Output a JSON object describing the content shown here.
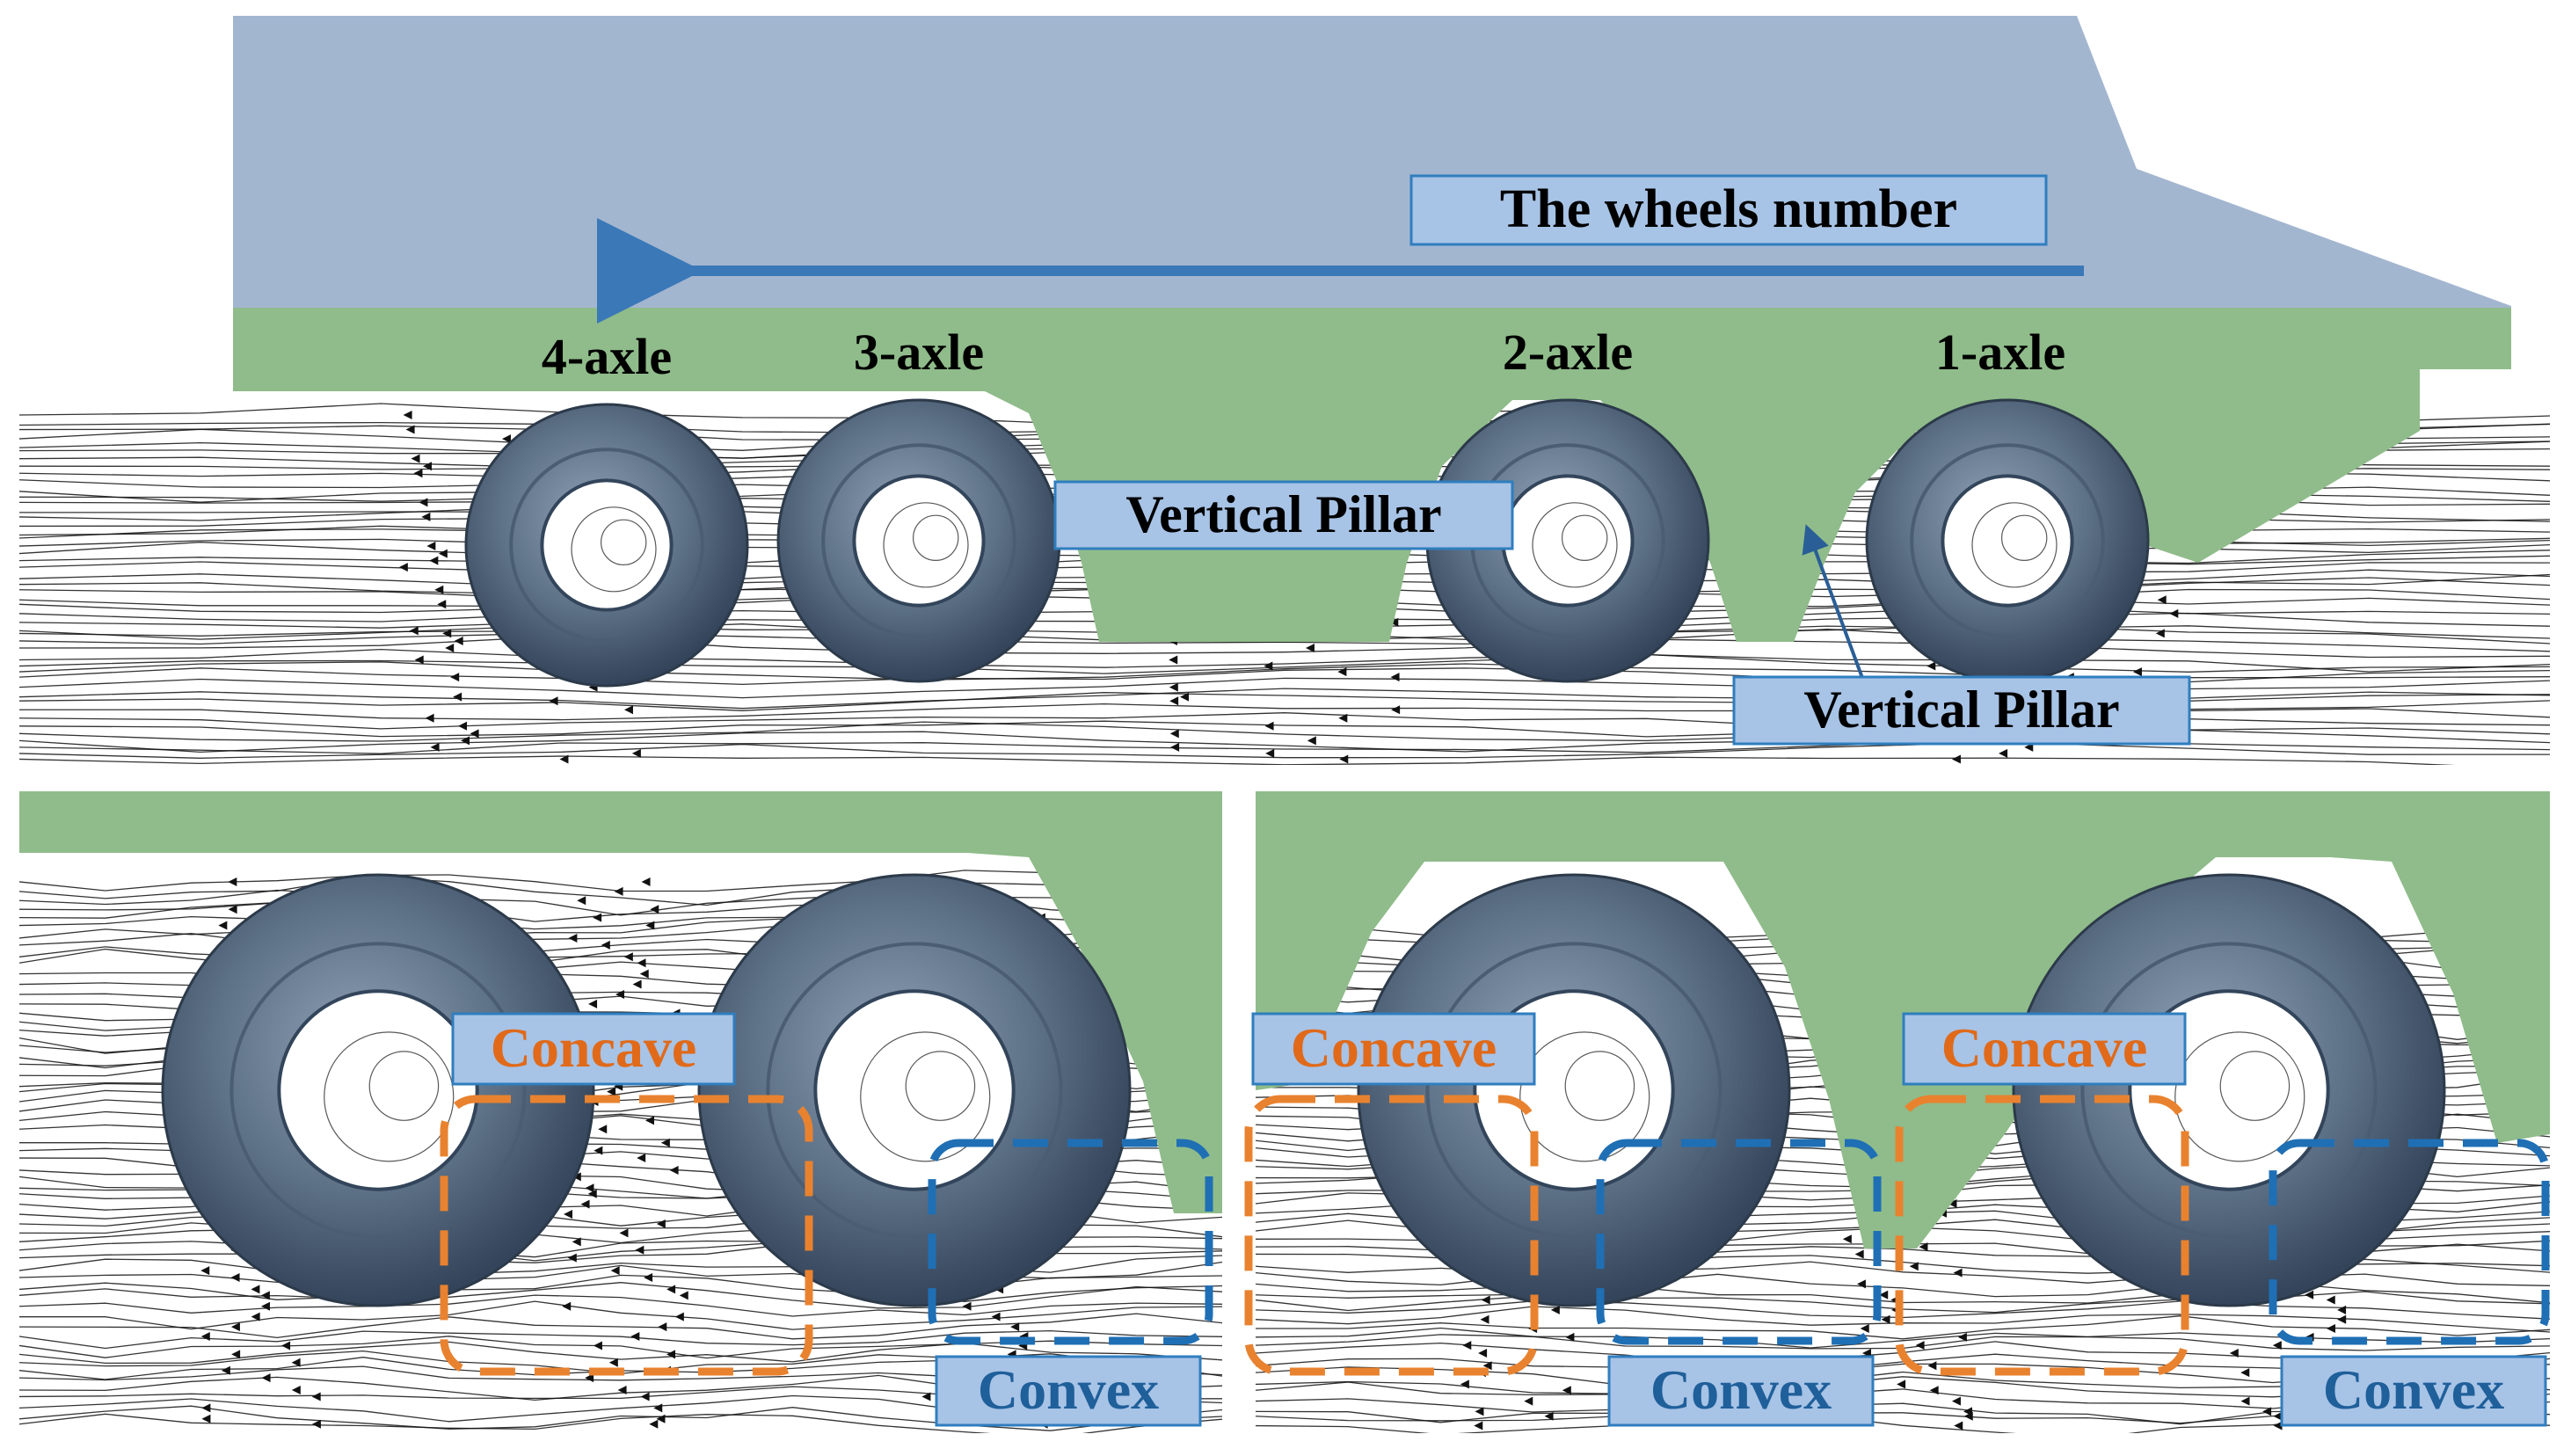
{
  "colors": {
    "body": "#a3b6d0",
    "chassis": "#8fbc8a",
    "wheel": "#586c82",
    "wheel_dark": "#3a4a5c",
    "wheel_light": "#8ea0b4",
    "label_box": "#a7c3e6",
    "label_border": "#2f7ebf",
    "arrow": "#3a78b8",
    "concave": "#e9822f",
    "convex": "#1f6fb5",
    "streamline": "#111111"
  },
  "top_panel": {
    "direction_label": "The wheels number",
    "axles": [
      "4-axle",
      "3-axle",
      "2-axle",
      "1-axle"
    ],
    "pillar_label_upper": "Vertical Pillar",
    "pillar_label_lower": "Vertical Pillar"
  },
  "bottom_left_panel": {
    "concave_label": "Concave",
    "convex_label": "Convex"
  },
  "bottom_right_panel": {
    "concave_label_left": "Concave",
    "concave_label_right": "Concave",
    "convex_label_left": "Convex",
    "convex_label_right": "Convex"
  }
}
